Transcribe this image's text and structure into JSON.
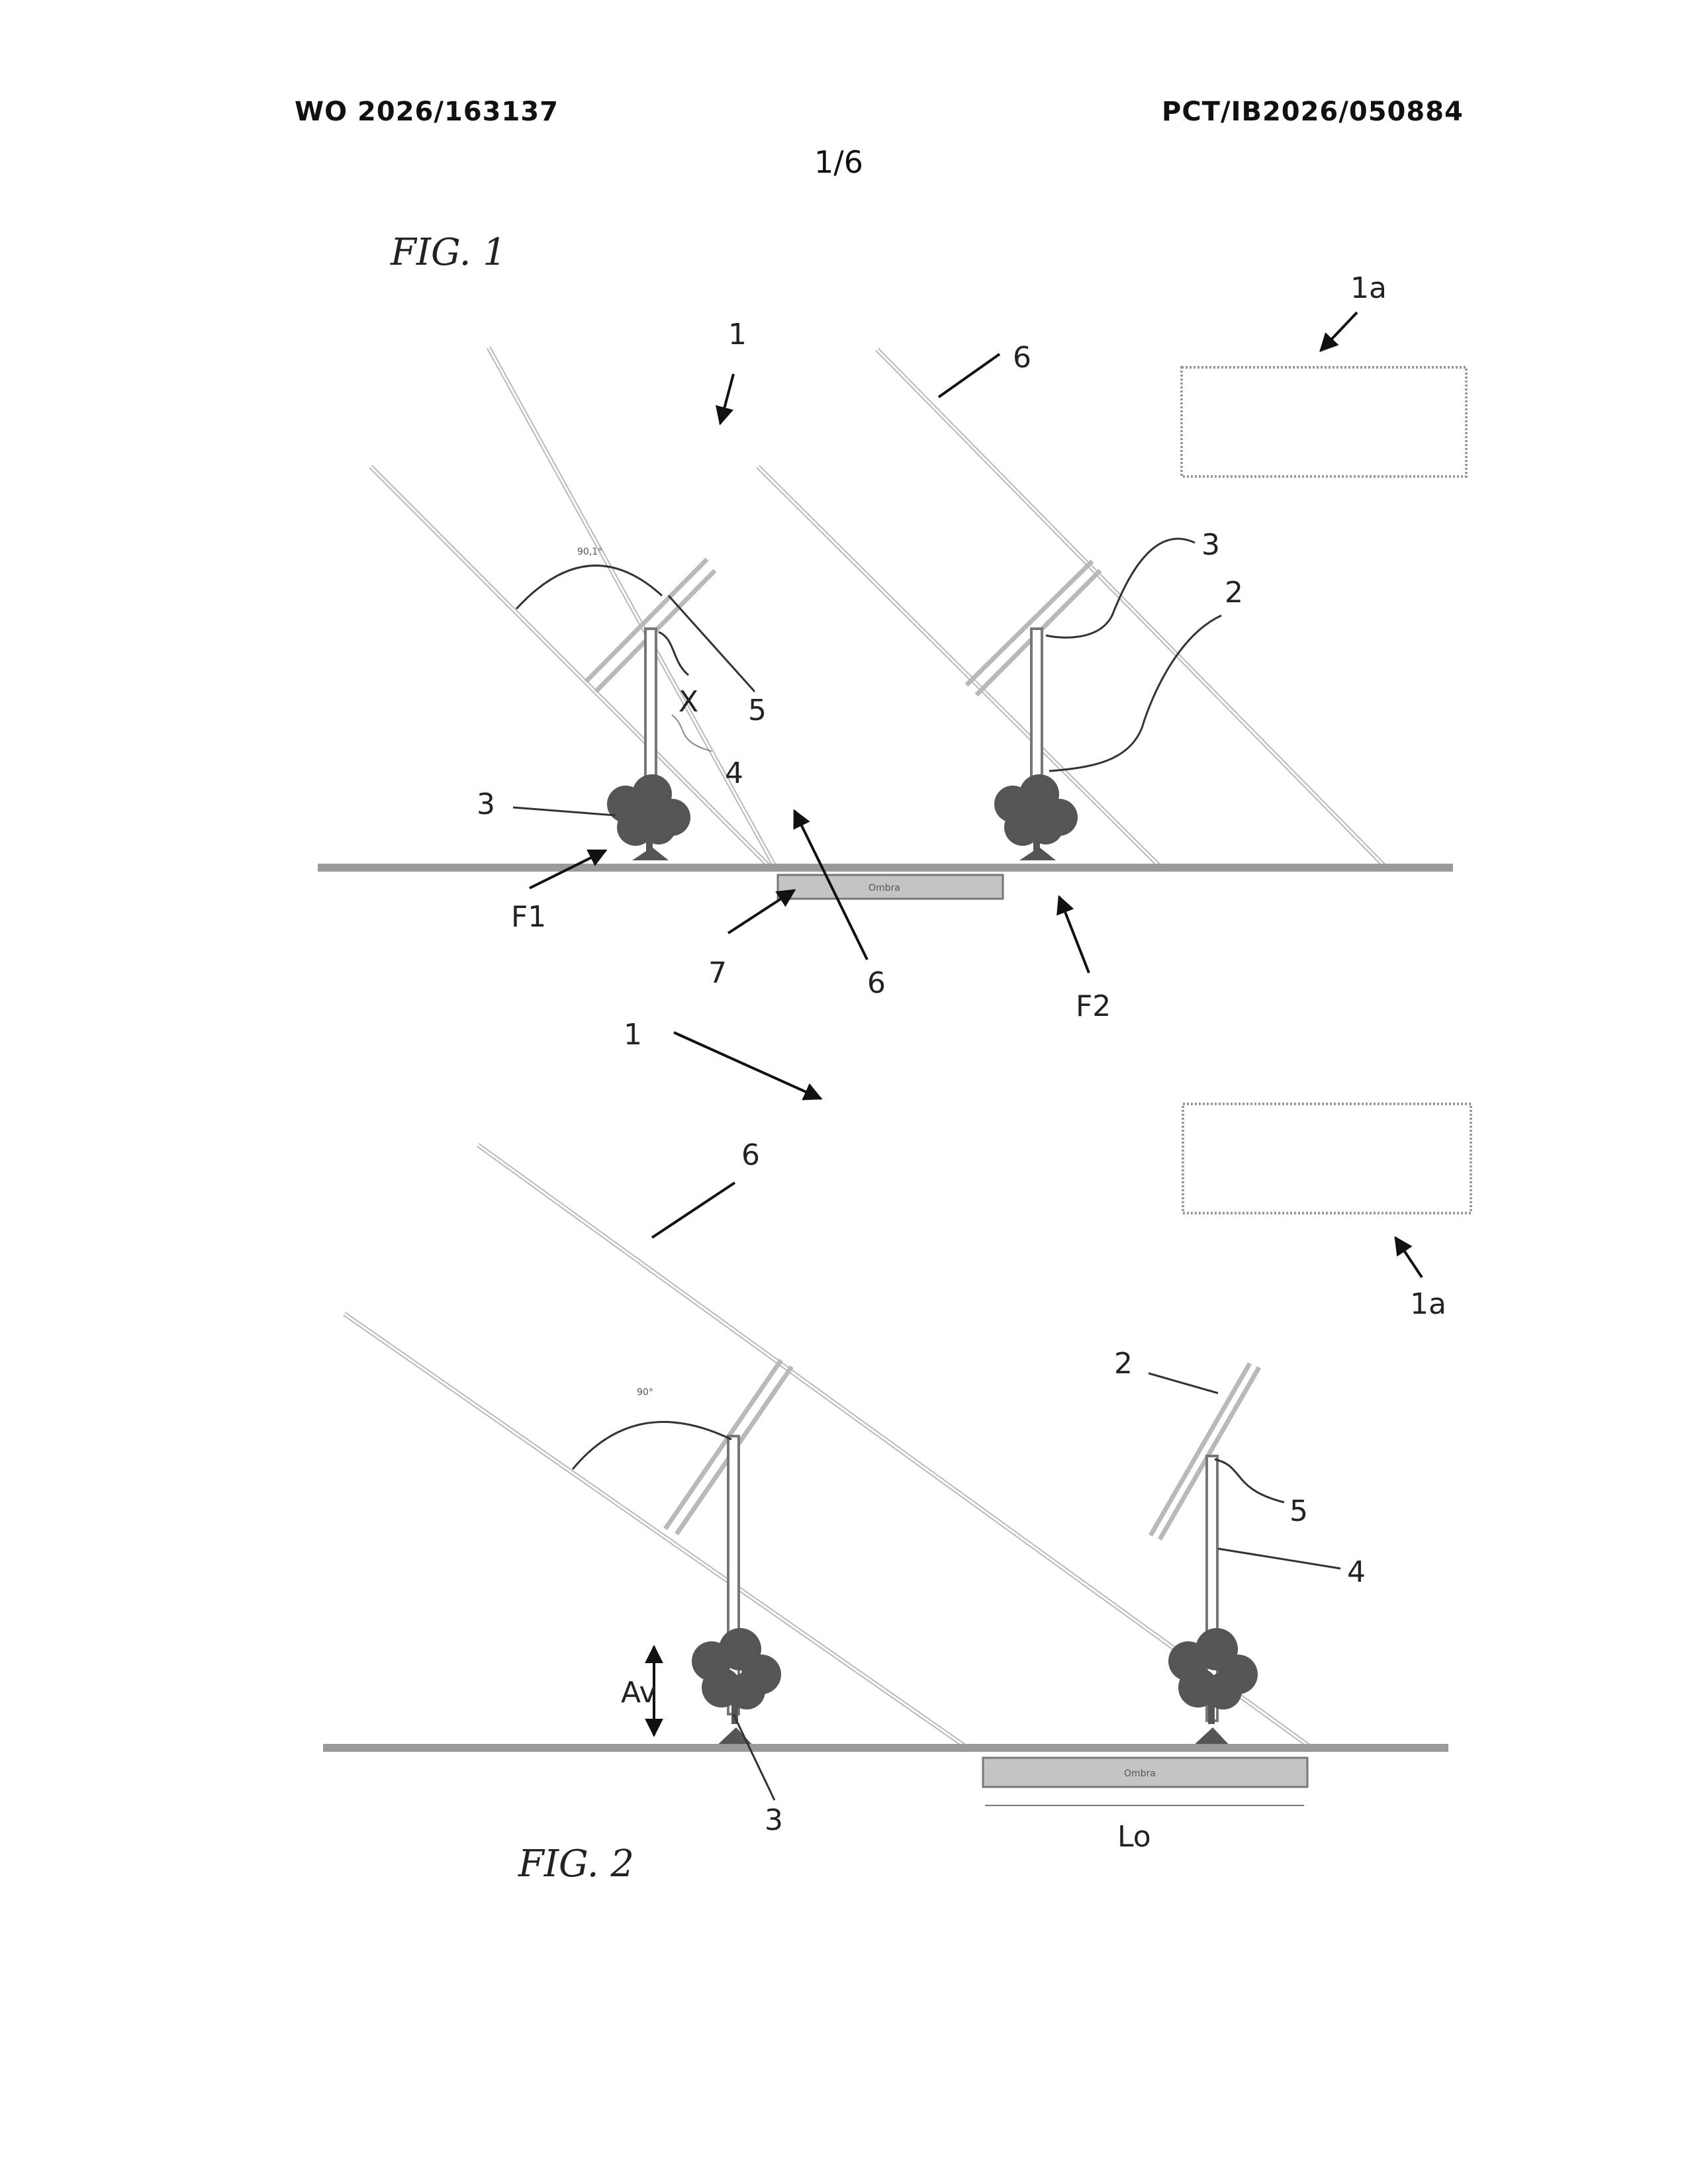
{
  "header": {
    "publication_number": "WO 2026/163137",
    "application_number": "PCT/IB2026/050884",
    "sheet": "1/6"
  },
  "figures": [
    {
      "title": "FIG. 1",
      "labels": [
        "1a",
        "1",
        "6",
        "3",
        "2",
        "X",
        "5",
        "4",
        "3",
        "F1",
        "7",
        "6",
        "F2"
      ],
      "angle_label": "90,1°",
      "shade_label": "Ombra"
    },
    {
      "title": "FIG. 2",
      "labels": [
        "1",
        "6",
        "1a",
        "2",
        "5",
        "4",
        "Av",
        "3",
        "Lo"
      ],
      "angle_label": "90°",
      "shade_label": "Ombra"
    }
  ]
}
